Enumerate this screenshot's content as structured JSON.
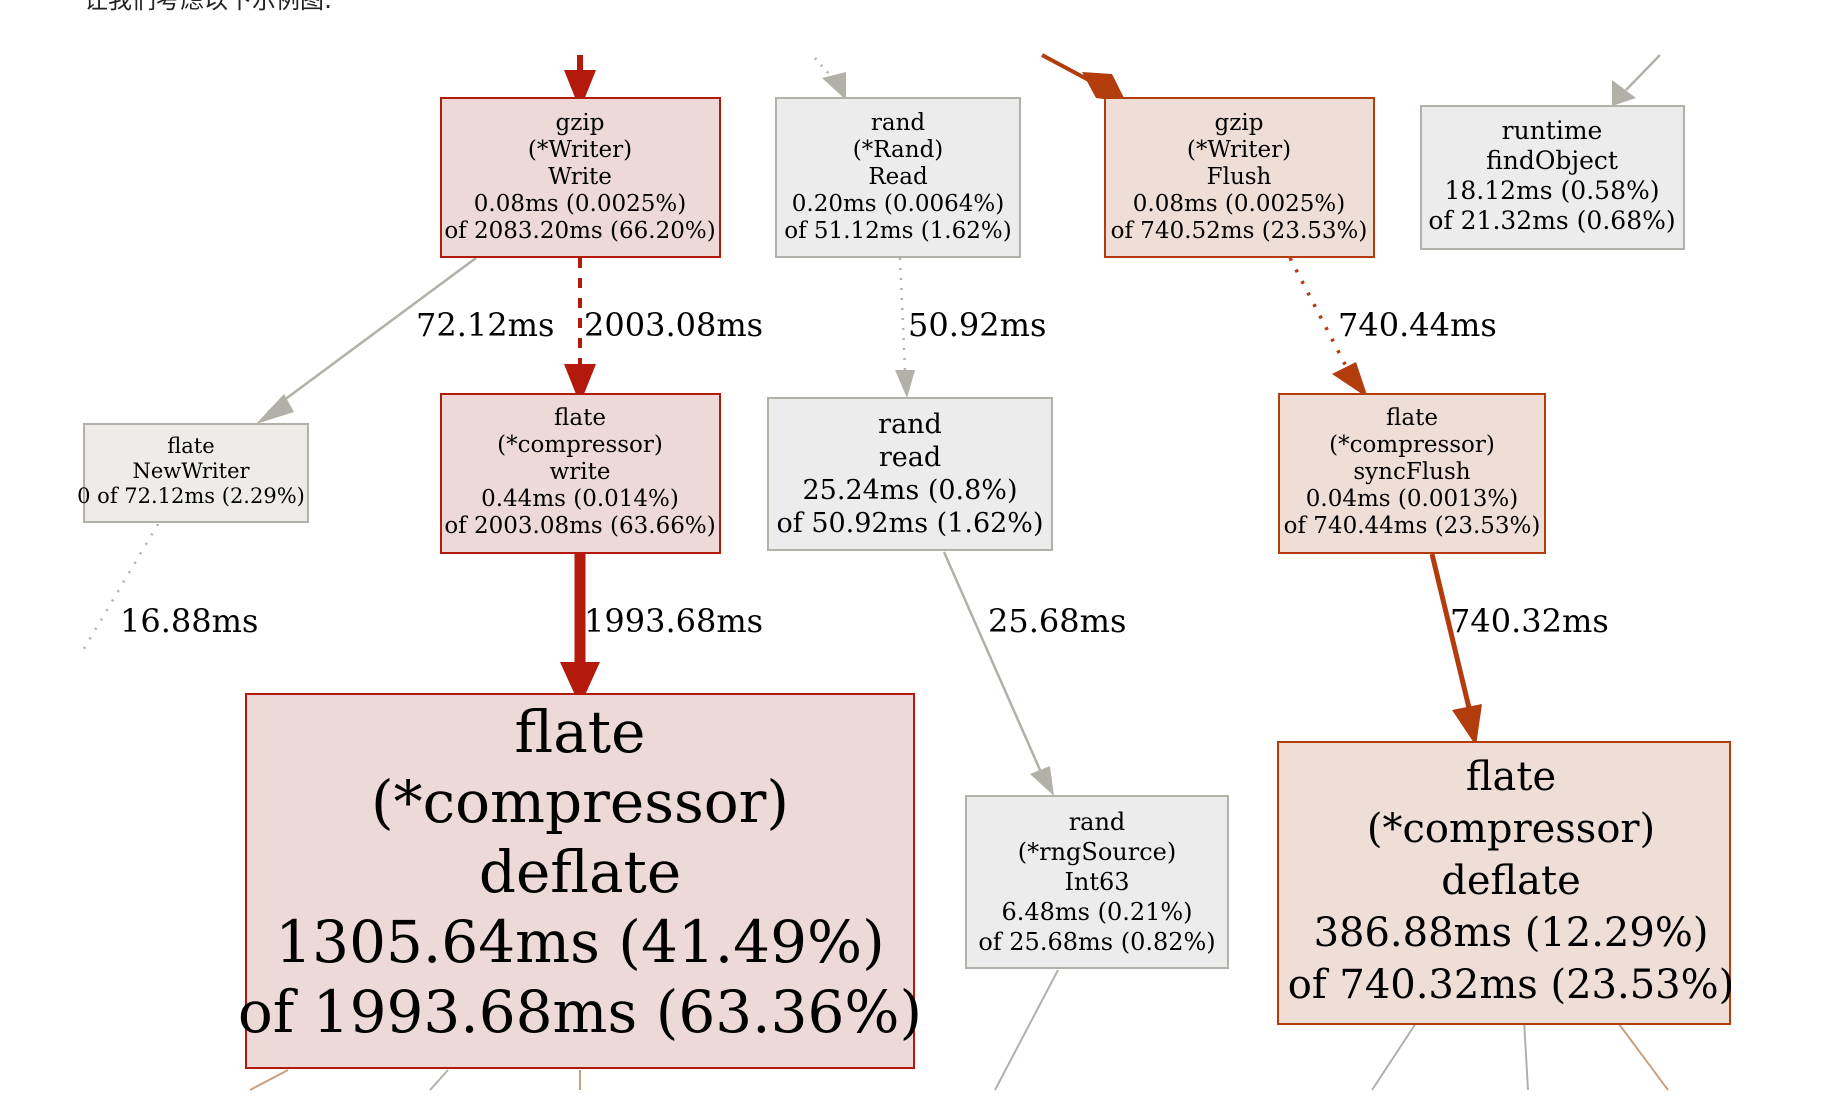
{
  "caption": "让我们考虑以下示例图:",
  "colors": {
    "hot_red": "#b31a0c",
    "hot_red_fill": "#eddad8",
    "orange": "#b23c0c",
    "orange_fill": "#efded6",
    "grey": "#b2b0a8",
    "grey_fill": "#ececec",
    "warm_grey_fill": "#edece9"
  },
  "nodes": [
    {
      "id": "gzip_write",
      "lines": [
        "gzip",
        "(*Writer)",
        "Write",
        "0.08ms (0.0025%)",
        "of 2083.20ms (66.20%)"
      ]
    },
    {
      "id": "rand_read_upper",
      "lines": [
        "rand",
        "(*Rand)",
        "Read",
        "0.20ms (0.0064%)",
        "of 51.12ms (1.62%)"
      ]
    },
    {
      "id": "gzip_flush",
      "lines": [
        "gzip",
        "(*Writer)",
        "Flush",
        "0.08ms (0.0025%)",
        "of 740.52ms (23.53%)"
      ]
    },
    {
      "id": "runtime_findobject",
      "lines": [
        "runtime",
        "findObject",
        "18.12ms (0.58%)",
        "of 21.32ms (0.68%)"
      ]
    },
    {
      "id": "flate_newwriter",
      "lines": [
        "flate",
        "NewWriter",
        "0 of 72.12ms (2.29%)"
      ]
    },
    {
      "id": "flate_compressor_write",
      "lines": [
        "flate",
        "(*compressor)",
        "write",
        "0.44ms (0.014%)",
        "of 2003.08ms (63.66%)"
      ]
    },
    {
      "id": "rand_read_lower",
      "lines": [
        "rand",
        "read",
        "25.24ms (0.8%)",
        "of 50.92ms (1.62%)"
      ]
    },
    {
      "id": "flate_syncflush",
      "lines": [
        "flate",
        "(*compressor)",
        "syncFlush",
        "0.04ms (0.0013%)",
        "of 740.44ms (23.53%)"
      ]
    },
    {
      "id": "flate_deflate_big",
      "lines": [
        "flate",
        "(*compressor)",
        "deflate",
        "1305.64ms (41.49%)",
        "of 1993.68ms (63.36%)"
      ]
    },
    {
      "id": "rand_int63",
      "lines": [
        "rand",
        "(*rngSource)",
        "Int63",
        "6.48ms (0.21%)",
        "of 25.68ms (0.82%)"
      ]
    },
    {
      "id": "flate_deflate_right",
      "lines": [
        "flate",
        "(*compressor)",
        "deflate",
        "386.88ms (12.29%)",
        "of 740.32ms (23.53%)"
      ]
    }
  ],
  "edges": [
    {
      "id": "gzip_to_newwriter",
      "label": "72.12ms"
    },
    {
      "id": "gzip_to_compwrite",
      "label": "2003.08ms"
    },
    {
      "id": "randread_to_read",
      "label": "50.92ms"
    },
    {
      "id": "flush_to_syncflush",
      "label": "740.44ms"
    },
    {
      "id": "newwriter_out",
      "label": "16.88ms"
    },
    {
      "id": "compwrite_to_deflate",
      "label": "1993.68ms"
    },
    {
      "id": "read_to_int63",
      "label": "25.68ms"
    },
    {
      "id": "syncflush_to_deflate",
      "label": "740.32ms"
    }
  ]
}
